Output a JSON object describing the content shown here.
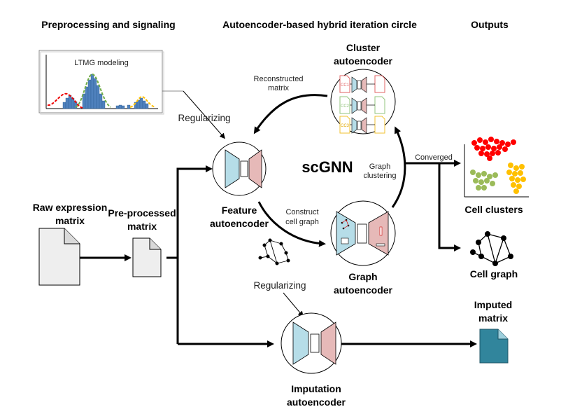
{
  "headers": {
    "preprocessing": "Preprocessing and signaling",
    "iteration": "Autoencoder-based hybrid iteration circle",
    "outputs": "Outputs"
  },
  "ltmg": {
    "title": "LTMG modeling"
  },
  "labels": {
    "regularizing_top": "Regularizing",
    "regularizing_mid": "Regularizing",
    "reconstructed_line1": "Reconstructed",
    "reconstructed_line2": "matrix",
    "construct_line1": "Construct",
    "construct_line2": "cell graph",
    "graph_clustering_line1": "Graph",
    "graph_clustering_line2": "clustering",
    "converged": "Converged",
    "scgnn": "scGNN"
  },
  "nodes": {
    "raw_line1": "Raw expression",
    "raw_line2": "matrix",
    "pre_line1": "Pre-processed",
    "pre_line2": "matrix",
    "feature_line1": "Feature",
    "feature_line2": "autoencoder",
    "cluster_line1": "Cluster",
    "cluster_line2": "autoencoder",
    "graph_line1": "Graph",
    "graph_line2": "autoencoder",
    "imputation_line1": "Imputation",
    "imputation_line2": "autoencoder",
    "imputed_line1": "Imputed",
    "imputed_line2": "matrix",
    "cell_clusters": "Cell clusters",
    "cell_graph": "Cell graph"
  },
  "cluster_tags": [
    "CC1",
    "CC2",
    "CC3"
  ],
  "colors": {
    "encoder_blue": "#b6dde8",
    "decoder_pink": "#e6b9b8",
    "doc_gray": "#eeeeee",
    "imputed_teal": "#31859c",
    "cluster_red": "#ff0000",
    "cluster_green": "#9bbb59",
    "cluster_yellow": "#ffc000",
    "cc_red": "#e06666",
    "cc_green": "#93c47d",
    "cc_yellow": "#f1c232"
  }
}
